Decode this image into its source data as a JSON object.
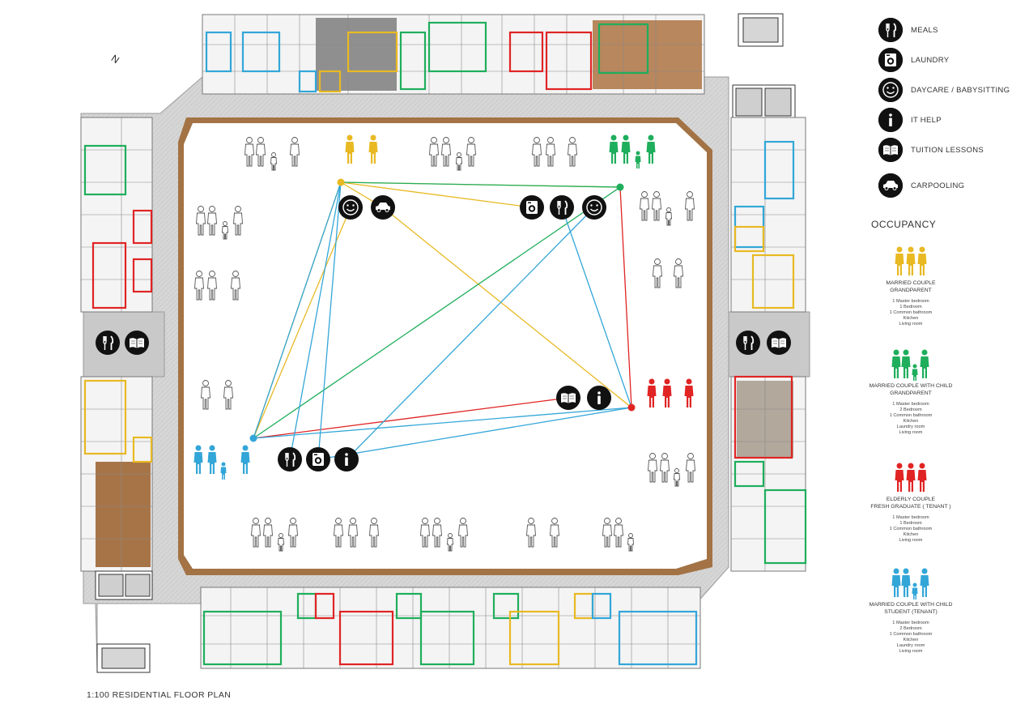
{
  "services": [
    {
      "id": "meals",
      "label": "MEALS",
      "icon": "fork-knife-icon"
    },
    {
      "id": "laundry",
      "label": "LAUNDRY",
      "icon": "washing-machine-icon"
    },
    {
      "id": "daycare",
      "label": "DAYCARE / BABYSITTING",
      "icon": "smiley-icon"
    },
    {
      "id": "ithelp",
      "label": "IT HELP",
      "icon": "info-icon"
    },
    {
      "id": "tuition",
      "label": "TUITION LESSONS",
      "icon": "book-icon"
    },
    {
      "id": "carpool",
      "label": "CARPOOLING",
      "icon": "car-icon"
    }
  ],
  "occupancy": {
    "title": "OCCUPANCY",
    "types": [
      {
        "id": "yellow",
        "color": "#e8b923",
        "label": [
          "MARRIED COUPLE",
          "GRANDPARENT"
        ],
        "rooms": [
          "1 Master bedroom",
          "1 Bedroom",
          "1 Common bathroom",
          "Kitchen",
          "Living room"
        ]
      },
      {
        "id": "green",
        "color": "#1fae5c",
        "label": [
          "MARRIED COUPLE WITH CHILD",
          "GRANDPARENT"
        ],
        "rooms": [
          "1 Master bedroom",
          "2 Bedroom",
          "1 Common bathroom",
          "Kitchen",
          "Laundry room",
          "Living room"
        ]
      },
      {
        "id": "red",
        "color": "#e02424",
        "label": [
          "ELDERLY COUPLE",
          "FRESH GRADUATE ( TENANT )"
        ],
        "rooms": [
          "1 Master bedroom",
          "1 Bedroom",
          "1 Common bathroom",
          "Kitchen",
          "Living room"
        ]
      },
      {
        "id": "blue",
        "color": "#33a6d8",
        "label": [
          "MARRIED COUPLE WITH CHILD",
          "STUDENT (TENANT)"
        ],
        "rooms": [
          "1 Master bedroom",
          "2 Bedroom",
          "1 Common bathroom",
          "Kitchen",
          "Laundry room",
          "Living room"
        ]
      }
    ]
  },
  "network": {
    "nodes": [
      {
        "id": "yellow",
        "color": "#e8b923"
      },
      {
        "id": "green",
        "color": "#1fae5c"
      },
      {
        "id": "red",
        "color": "#e02424"
      },
      {
        "id": "blue",
        "color": "#33a6d8"
      }
    ],
    "icon_groups": [
      {
        "near": "yellow",
        "icons": [
          "daycare",
          "carpool"
        ]
      },
      {
        "near": "green",
        "icons": [
          "laundry",
          "meals",
          "daycare"
        ]
      },
      {
        "near": "red",
        "icons": [
          "tuition",
          "ithelp"
        ]
      },
      {
        "near": "blue",
        "icons": [
          "meals",
          "laundry",
          "ithelp"
        ]
      }
    ],
    "corridor_icons_left": [
      "meals",
      "tuition"
    ],
    "corridor_icons_right": [
      "meals",
      "tuition"
    ]
  },
  "caption": "1:100 RESIDENTIAL FLOOR PLAN",
  "north_label": "N"
}
